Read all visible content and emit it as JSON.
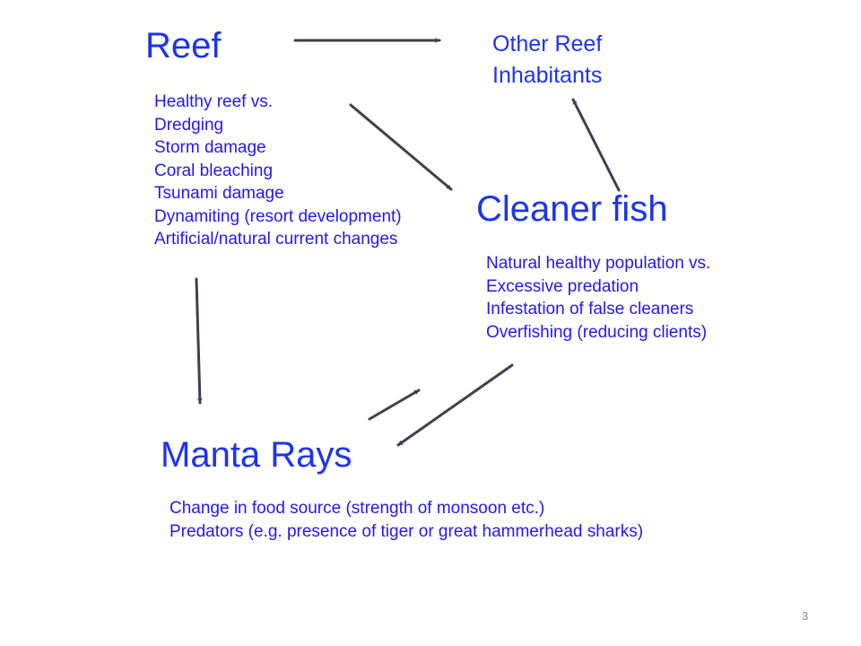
{
  "colors": {
    "text": "#2418ec",
    "title": "#1d33f0",
    "arrow": "#3f3f4f",
    "page_number": "#8a8a8a"
  },
  "nodes": {
    "reef": {
      "title": "Reef",
      "factors": [
        "Healthy reef vs.",
        "Dredging",
        "Storm damage",
        "Coral bleaching",
        "Tsunami damage",
        "Dynamiting (resort development)",
        "Artificial/natural current changes"
      ]
    },
    "inhabitants": {
      "title": "Other Reef Inhabitants"
    },
    "cleaner": {
      "title": "Cleaner fish",
      "factors": [
        "Natural healthy population vs.",
        "Excessive predation",
        "Infestation of false cleaners",
        "Overfishing (reducing clients)"
      ]
    },
    "manta": {
      "title": "Manta Rays",
      "factors": [
        "Change in food source (strength of monsoon etc.)",
        "Predators (e.g. presence of tiger or great hammerhead sharks)"
      ]
    }
  },
  "edges": [
    {
      "from": "Reef",
      "to": "Other Reef Inhabitants"
    },
    {
      "from": "Reef",
      "to": "Cleaner fish"
    },
    {
      "from": "Cleaner fish",
      "to": "Other Reef Inhabitants"
    },
    {
      "from": "Reef",
      "to": "Manta Rays"
    },
    {
      "from": "Cleaner fish",
      "to": "Manta Rays"
    },
    {
      "from": "Manta Rays",
      "to": "Cleaner fish"
    }
  ],
  "page_number": "3"
}
